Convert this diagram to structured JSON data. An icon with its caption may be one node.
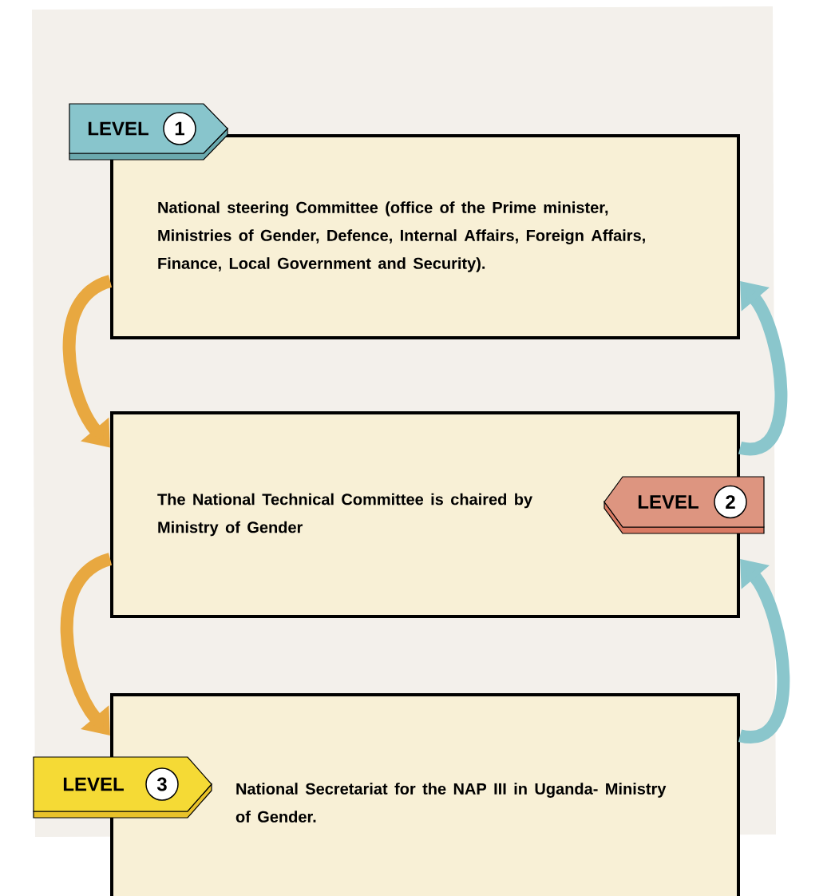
{
  "diagram": {
    "nodes": [
      {
        "text": [
          "LEVEL",
          "1"
        ]
      },
      {
        "text": [
          "National steering Committee (office of the Prime minister, Ministries of Gender, Defence, Internal Affairs, Foreign Affairs, Finance, Local Government and Security)."
        ]
      },
      {
        "text": [
          "The National Technical Committee is chaired by Ministry of Gender"
        ]
      },
      {
        "text": [
          "LEVEL",
          "2"
        ]
      },
      {
        "text": [
          "National Secretariat for the NAP III in Uganda- Ministry of Gender."
        ]
      },
      {
        "text": [
          "LEVEL",
          "3"
        ]
      }
    ],
    "edges": [
      {
        "from": 1,
        "to": 2,
        "arrow": "to",
        "color": "#e8a840"
      },
      {
        "from": 2,
        "to": 4,
        "arrow": "to",
        "color": "#e8a840"
      },
      {
        "from": 2,
        "to": 1,
        "arrow": "to",
        "color": "#8ac6cc"
      },
      {
        "from": 4,
        "to": 2,
        "arrow": "to",
        "color": "#8ac6cc"
      }
    ]
  }
}
